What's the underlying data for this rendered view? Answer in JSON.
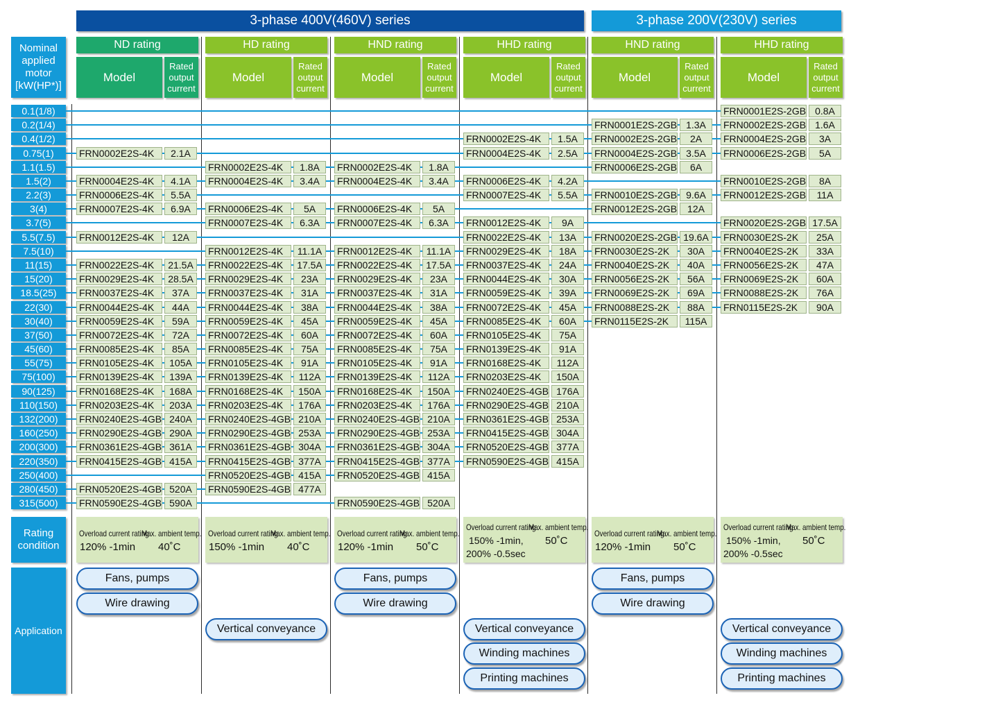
{
  "header": {
    "series_400v": "3-phase 400V(460V) series",
    "series_200v": "3-phase 200V(230V) series",
    "nominal_label": "Nominal\napplied\nmotor\n[kW(HP*)]",
    "model_label": "Model",
    "rated_label": "Rated\noutput\ncurrent"
  },
  "colors": {
    "series_400v": "#0a50a0",
    "series_200v": "#149ad8",
    "nd_green": "#1ea86c",
    "hd_green": "#8ac22a",
    "cell_bg": "#dfebd0",
    "line_blue": "#149ad8"
  },
  "motors": [
    "0.1(1/8)",
    "0.2(1/4)",
    "0.4(1/2)",
    "0.75(1)",
    "1.1(1.5)",
    "1.5(2)",
    "2.2(3)",
    "3(4)",
    "3.7(5)",
    "5.5(7.5)",
    "7.5(10)",
    "11(15)",
    "15(20)",
    "18.5(25)",
    "22(30)",
    "30(40)",
    "37(50)",
    "45(60)",
    "55(75)",
    "75(100)",
    "90(125)",
    "110(150)",
    "132(200)",
    "160(250)",
    "200(300)",
    "220(350)",
    "250(400)",
    "280(450)",
    "315(500)"
  ],
  "columns": [
    {
      "rating": "ND rating",
      "entries": [
        [
          "FRN0002E2S-4K",
          "2.1A"
        ],
        null,
        [
          "FRN0004E2S-4K",
          "4.1A"
        ],
        [
          "FRN0006E2S-4K",
          "5.5A"
        ],
        [
          "FRN0007E2S-4K",
          "6.9A"
        ],
        null,
        [
          "FRN0012E2S-4K",
          "12A"
        ],
        null,
        [
          "FRN0022E2S-4K",
          "21.5A"
        ],
        [
          "FRN0029E2S-4K",
          "28.5A"
        ],
        [
          "FRN0037E2S-4K",
          "37A"
        ],
        [
          "FRN0044E2S-4K",
          "44A"
        ],
        [
          "FRN0059E2S-4K",
          "59A"
        ],
        [
          "FRN0072E2S-4K",
          "72A"
        ],
        [
          "FRN0085E2S-4K",
          "85A"
        ],
        [
          "FRN0105E2S-4K",
          "105A"
        ],
        [
          "FRN0139E2S-4K",
          "139A"
        ],
        [
          "FRN0168E2S-4K",
          "168A"
        ],
        [
          "FRN0203E2S-4K",
          "203A"
        ],
        [
          "FRN0240E2S-4GB",
          "240A"
        ],
        [
          "FRN0290E2S-4GB",
          "290A"
        ],
        [
          "FRN0361E2S-4GB",
          "361A"
        ],
        [
          "FRN0415E2S-4GB",
          "415A"
        ],
        null,
        [
          "FRN0520E2S-4GB",
          "520A"
        ],
        [
          "FRN0590E2S-4GB",
          "590A"
        ]
      ],
      "overload": "120% -1min",
      "temp": "40˚C",
      "apps": [
        "Fans, pumps",
        "Wire drawing"
      ]
    },
    {
      "rating": "HD rating",
      "entries": [
        [
          "FRN0002E2S-4K",
          "1.8A"
        ],
        [
          "FRN0004E2S-4K",
          "3.4A"
        ],
        null,
        [
          "FRN0006E2S-4K",
          "5A"
        ],
        [
          "FRN0007E2S-4K",
          "6.3A"
        ],
        null,
        [
          "FRN0012E2S-4K",
          "11.1A"
        ],
        [
          "FRN0022E2S-4K",
          "17.5A"
        ],
        [
          "FRN0029E2S-4K",
          "23A"
        ],
        [
          "FRN0037E2S-4K",
          "31A"
        ],
        [
          "FRN0044E2S-4K",
          "38A"
        ],
        [
          "FRN0059E2S-4K",
          "45A"
        ],
        [
          "FRN0072E2S-4K",
          "60A"
        ],
        [
          "FRN0085E2S-4K",
          "75A"
        ],
        [
          "FRN0105E2S-4K",
          "91A"
        ],
        [
          "FRN0139E2S-4K",
          "112A"
        ],
        [
          "FRN0168E2S-4K",
          "150A"
        ],
        [
          "FRN0203E2S-4K",
          "176A"
        ],
        [
          "FRN0240E2S-4GB",
          "210A"
        ],
        [
          "FRN0290E2S-4GB",
          "253A"
        ],
        [
          "FRN0361E2S-4GB",
          "304A"
        ],
        [
          "FRN0415E2S-4GB",
          "377A"
        ],
        [
          "FRN0520E2S-4GB",
          "415A"
        ],
        [
          "FRN0590E2S-4GB",
          "477A"
        ]
      ],
      "overload": "150% -1min",
      "temp": "40˚C",
      "apps": [
        "Vertical conveyance"
      ]
    },
    {
      "rating": "HND rating",
      "entries": [
        [
          "FRN0002E2S-4K",
          "1.8A"
        ],
        [
          "FRN0004E2S-4K",
          "3.4A"
        ],
        null,
        [
          "FRN0006E2S-4K",
          "5A"
        ],
        [
          "FRN0007E2S-4K",
          "6.3A"
        ],
        null,
        [
          "FRN0012E2S-4K",
          "11.1A"
        ],
        [
          "FRN0022E2S-4K",
          "17.5A"
        ],
        [
          "FRN0029E2S-4K",
          "23A"
        ],
        [
          "FRN0037E2S-4K",
          "31A"
        ],
        [
          "FRN0044E2S-4K",
          "38A"
        ],
        [
          "FRN0059E2S-4K",
          "45A"
        ],
        [
          "FRN0072E2S-4K",
          "60A"
        ],
        [
          "FRN0085E2S-4K",
          "75A"
        ],
        [
          "FRN0105E2S-4K",
          "91A"
        ],
        [
          "FRN0139E2S-4K",
          "112A"
        ],
        [
          "FRN0168E2S-4K",
          "150A"
        ],
        [
          "FRN0203E2S-4K",
          "176A"
        ],
        [
          "FRN0240E2S-4GB",
          "210A"
        ],
        [
          "FRN0290E2S-4GB",
          "253A"
        ],
        [
          "FRN0361E2S-4GB",
          "304A"
        ],
        [
          "FRN0415E2S-4GB",
          "377A"
        ],
        [
          "FRN0520E2S-4GB",
          "415A"
        ],
        null,
        [
          "FRN0590E2S-4GB",
          "520A"
        ]
      ],
      "overload": "120% -1min",
      "temp": "50˚C",
      "apps": [
        "Fans, pumps",
        "Wire drawing"
      ]
    },
    {
      "rating": "HHD rating",
      "entries": [
        [
          "FRN0002E2S-4K",
          "1.5A"
        ],
        [
          "FRN0004E2S-4K",
          "2.5A"
        ],
        null,
        [
          "FRN0006E2S-4K",
          "4.2A"
        ],
        [
          "FRN0007E2S-4K",
          "5.5A"
        ],
        null,
        [
          "FRN0012E2S-4K",
          "9A"
        ],
        [
          "FRN0022E2S-4K",
          "13A"
        ],
        [
          "FRN0029E2S-4K",
          "18A"
        ],
        [
          "FRN0037E2S-4K",
          "24A"
        ],
        [
          "FRN0044E2S-4K",
          "30A"
        ],
        [
          "FRN0059E2S-4K",
          "39A"
        ],
        [
          "FRN0072E2S-4K",
          "45A"
        ],
        [
          "FRN0085E2S-4K",
          "60A"
        ],
        [
          "FRN0105E2S-4K",
          "75A"
        ],
        [
          "FRN0139E2S-4K",
          "91A"
        ],
        [
          "FRN0168E2S-4K",
          "112A"
        ],
        [
          "FRN0203E2S-4K",
          "150A"
        ],
        [
          "FRN0240E2S-4GB",
          "176A"
        ],
        [
          "FRN0290E2S-4GB",
          "210A"
        ],
        [
          "FRN0361E2S-4GB",
          "253A"
        ],
        [
          "FRN0415E2S-4GB",
          "304A"
        ],
        [
          "FRN0520E2S-4GB",
          "377A"
        ],
        [
          "FRN0590E2S-4GB",
          "415A"
        ]
      ],
      "overload": "150% -1min,",
      "overload2": "200% -0.5sec",
      "temp": "50˚C",
      "apps": [
        "Vertical conveyance",
        "Winding machines",
        "Printing machines"
      ]
    },
    {
      "rating": "HND rating",
      "entries": [
        [
          "FRN0001E2S-2GB",
          "1.3A"
        ],
        [
          "FRN0002E2S-2GB",
          "2A"
        ],
        [
          "FRN0004E2S-2GB",
          "3.5A"
        ],
        [
          "FRN0006E2S-2GB",
          "6A"
        ],
        null,
        [
          "FRN0010E2S-2GB",
          "9.6A"
        ],
        [
          "FRN0012E2S-2GB",
          "12A"
        ],
        null,
        [
          "FRN0020E2S-2GB",
          "19.6A"
        ],
        [
          "FRN0030E2S-2K",
          "30A"
        ],
        [
          "FRN0040E2S-2K",
          "40A"
        ],
        [
          "FRN0056E2S-2K",
          "56A"
        ],
        [
          "FRN0069E2S-2K",
          "69A"
        ],
        [
          "FRN0088E2S-2K",
          "88A"
        ],
        [
          "FRN0115E2S-2K",
          "115A"
        ]
      ],
      "overload": "120% -1min",
      "temp": "50˚C",
      "apps": [
        "Fans, pumps",
        "Wire drawing"
      ]
    },
    {
      "rating": "HHD rating",
      "entries": [
        [
          "FRN0001E2S-2GB",
          "0.8A"
        ],
        [
          "FRN0002E2S-2GB",
          "1.6A"
        ],
        [
          "FRN0004E2S-2GB",
          "3A"
        ],
        [
          "FRN0006E2S-2GB",
          "5A"
        ],
        null,
        [
          "FRN0010E2S-2GB",
          "8A"
        ],
        [
          "FRN0012E2S-2GB",
          "11A"
        ],
        null,
        [
          "FRN0020E2S-2GB",
          "17.5A"
        ],
        [
          "FRN0030E2S-2K",
          "25A"
        ],
        [
          "FRN0040E2S-2K",
          "33A"
        ],
        [
          "FRN0056E2S-2K",
          "47A"
        ],
        [
          "FRN0069E2S-2K",
          "60A"
        ],
        [
          "FRN0088E2S-2K",
          "76A"
        ],
        [
          "FRN0115E2S-2K",
          "90A"
        ]
      ],
      "overload": "150% -1min,",
      "overload2": "200% -0.5sec",
      "temp": "50˚C",
      "apps": [
        "Vertical conveyance",
        "Winding machines",
        "Printing machines"
      ]
    }
  ],
  "condition": {
    "label": "Rating\ncondition",
    "overload_label": "Overload current rating",
    "temp_label": "Max. ambient temp."
  },
  "application": {
    "label": "Application"
  }
}
